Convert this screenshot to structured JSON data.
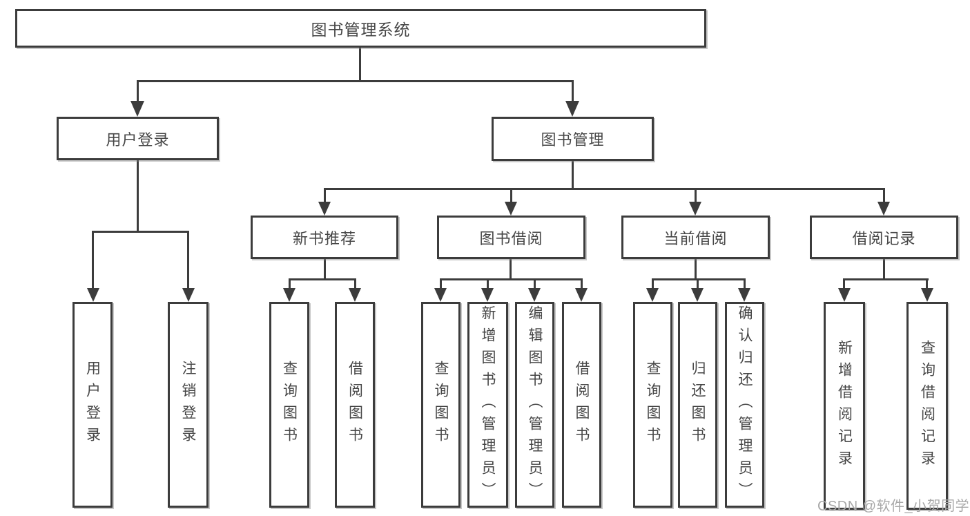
{
  "nodes": {
    "root": "图书管理系统",
    "user_login": "用户登录",
    "book_mgmt": "图书管理",
    "new_book_rec": "新书推荐",
    "book_borrow": "图书借阅",
    "current_borrow": "当前借阅",
    "borrow_records": "借阅记录",
    "leaf_user_login": "用户登录",
    "leaf_logout": "注销登录",
    "leaf_rec_query_book": "查询图书",
    "leaf_rec_borrow_book": "借阅图书",
    "leaf_bb_query_book": "查询图书",
    "leaf_bb_add_book": "新增图书（管理员）",
    "leaf_bb_edit_book": "编辑图书（管理员）",
    "leaf_bb_borrow_book": "借阅图书",
    "leaf_cb_query_book": "查询图书",
    "leaf_cb_return_book": "归还图书",
    "leaf_cb_confirm_return": "确认归还（管理员）",
    "leaf_br_add_record": "新增借阅记录",
    "leaf_br_query_record": "查询借阅记录"
  },
  "watermark": "CSDN @软件_小贺同学",
  "colors": {
    "line": "#3c3c3c",
    "box_border": "#3c3c3c",
    "box_background": "#ffffff",
    "text": "#464646",
    "watermark_text": "#a8a8a8"
  }
}
